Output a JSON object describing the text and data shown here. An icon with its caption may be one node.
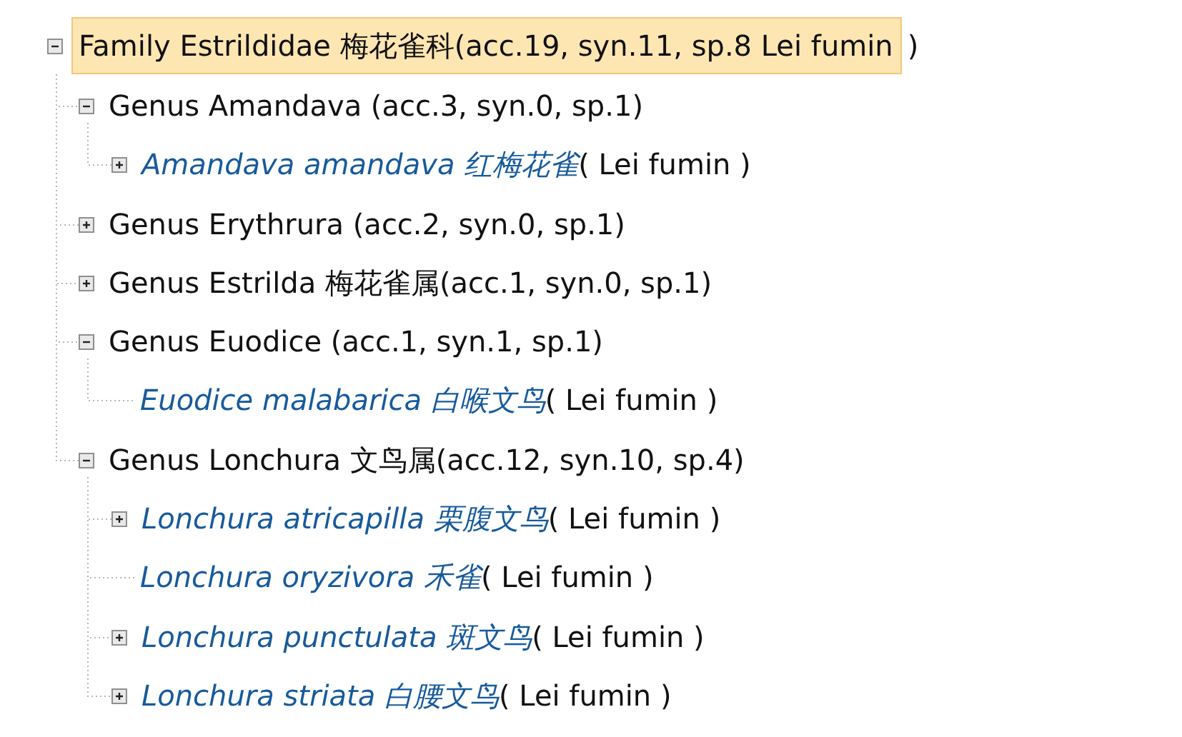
{
  "diagram": {
    "nodes": [
      {
        "text": [
          "Family Estrildidae 梅花雀科(acc.19, syn.11, sp.8 Lei fumin",
          ")"
        ]
      },
      {
        "text": [
          "Genus Amandava (acc.3, syn.0, sp.1)"
        ]
      },
      {
        "text": [
          "Amandava amandava 红梅花雀",
          "( Lei fumin )"
        ]
      },
      {
        "text": [
          "Genus Erythrura (acc.2, syn.0, sp.1)"
        ]
      },
      {
        "text": [
          "Genus Estrilda 梅花雀属(acc.1, syn.0, sp.1)"
        ]
      },
      {
        "text": [
          "Genus Euodice (acc.1, syn.1, sp.1)"
        ]
      },
      {
        "text": [
          "Euodice malabarica 白喉文鸟",
          "( Lei fumin )"
        ]
      },
      {
        "text": [
          "Genus Lonchura 文鸟属(acc.12, syn.10, sp.4)"
        ]
      },
      {
        "text": [
          "Lonchura atricapilla 栗腹文鸟",
          "( Lei fumin )"
        ]
      },
      {
        "text": [
          "Lonchura oryzivora 禾雀",
          "( Lei fumin )"
        ]
      },
      {
        "text": [
          "Lonchura punctulata 斑文鸟",
          "( Lei fumin )"
        ]
      },
      {
        "text": [
          "Lonchura striata 白腰文鸟",
          "( Lei fumin )"
        ]
      }
    ],
    "edges": [
      {
        "from": 0,
        "to": 1,
        "arrow": "none"
      },
      {
        "from": 1,
        "to": 2,
        "arrow": "none"
      },
      {
        "from": 0,
        "to": 3,
        "arrow": "none"
      },
      {
        "from": 0,
        "to": 4,
        "arrow": "none"
      },
      {
        "from": 0,
        "to": 5,
        "arrow": "none"
      },
      {
        "from": 5,
        "to": 6,
        "arrow": "none"
      },
      {
        "from": 0,
        "to": 7,
        "arrow": "none"
      },
      {
        "from": 7,
        "to": 8,
        "arrow": "none"
      },
      {
        "from": 7,
        "to": 9,
        "arrow": "none"
      },
      {
        "from": 7,
        "to": 10,
        "arrow": "none"
      },
      {
        "from": 7,
        "to": 11,
        "arrow": "none"
      }
    ]
  }
}
